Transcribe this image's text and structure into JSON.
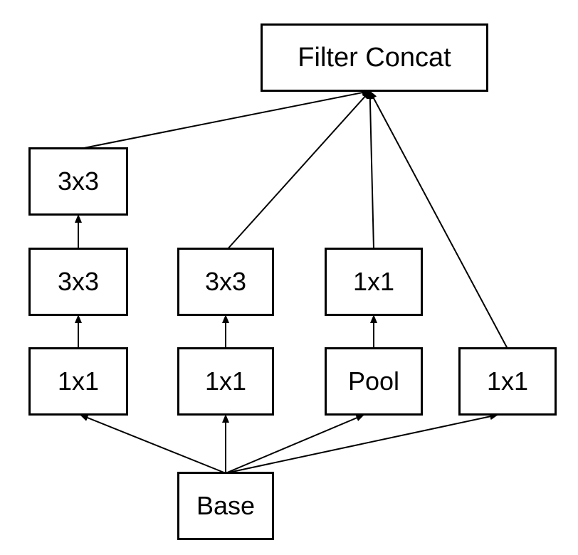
{
  "diagram": {
    "nodes": {
      "concat": "Filter Concat",
      "b1_top": "3x3",
      "b1_mid": "3x3",
      "b1_bot": "1x1",
      "b2_mid": "3x3",
      "b2_bot": "1x1",
      "b3_mid": "1x1",
      "b3_bot": "Pool",
      "b4_bot": "1x1",
      "base": "Base"
    },
    "edges": [
      [
        "base",
        "b1_bot"
      ],
      [
        "base",
        "b2_bot"
      ],
      [
        "base",
        "b3_bot"
      ],
      [
        "base",
        "b4_bot"
      ],
      [
        "b1_bot",
        "b1_mid"
      ],
      [
        "b1_mid",
        "b1_top"
      ],
      [
        "b2_bot",
        "b2_mid"
      ],
      [
        "b3_bot",
        "b3_mid"
      ],
      [
        "b1_top",
        "concat"
      ],
      [
        "b2_mid",
        "concat"
      ],
      [
        "b3_mid",
        "concat"
      ],
      [
        "b4_bot",
        "concat"
      ]
    ],
    "colors": {
      "stroke": "#000000",
      "background": "#ffffff"
    }
  }
}
